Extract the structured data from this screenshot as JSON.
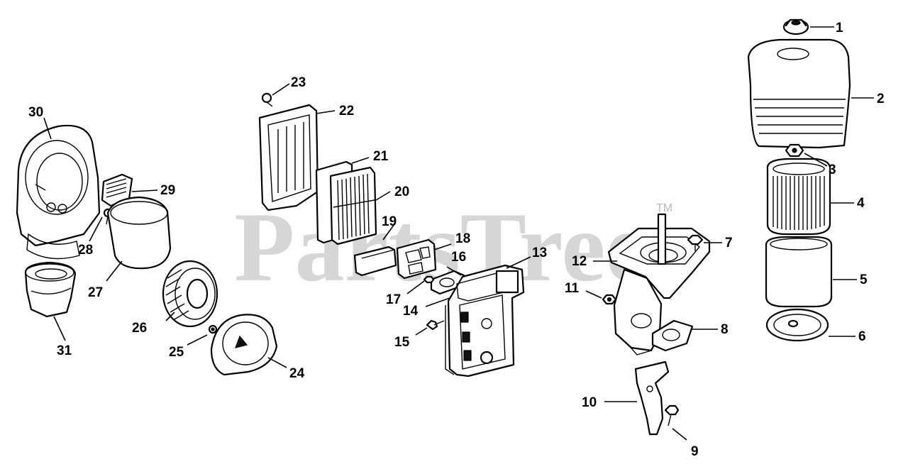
{
  "watermark": {
    "text": "PartsTree",
    "trademark": "TM"
  },
  "callouts": [
    "1",
    "2",
    "3",
    "4",
    "5",
    "6",
    "7",
    "8",
    "9",
    "10",
    "11",
    "12",
    "13",
    "14",
    "15",
    "16",
    "17",
    "18",
    "19",
    "20",
    "21",
    "22",
    "23",
    "24",
    "25",
    "26",
    "27",
    "28",
    "29",
    "30",
    "31"
  ],
  "colors": {
    "line": "#000000",
    "watermark": "#c9c9c9",
    "background": "#ffffff"
  }
}
